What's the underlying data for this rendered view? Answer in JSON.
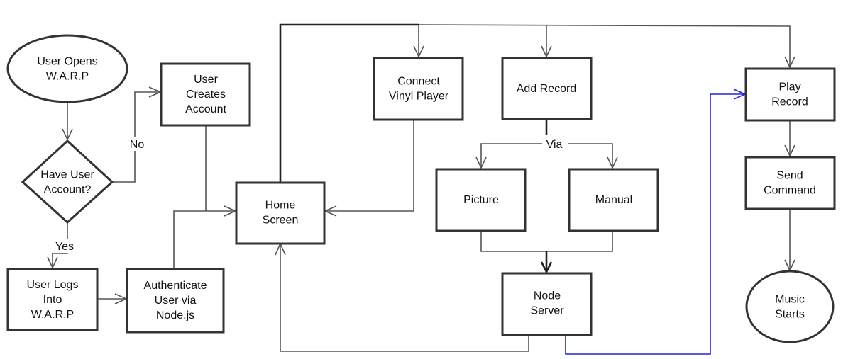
{
  "nodes": {
    "user_opens": {
      "lines": [
        "User Opens",
        "W.A.R.P"
      ]
    },
    "have_account": {
      "lines": [
        "Have User",
        "Account?"
      ]
    },
    "user_creates": {
      "lines": [
        "User",
        "Creates",
        "Account"
      ]
    },
    "user_logs": {
      "lines": [
        "User Logs",
        "Into",
        "W.A.R.P"
      ]
    },
    "authenticate": {
      "lines": [
        "Authenticate",
        "User via",
        "Node.js"
      ]
    },
    "home": {
      "lines": [
        "Home",
        "Screen"
      ]
    },
    "connect": {
      "lines": [
        "Connect",
        "Vinyl Player"
      ]
    },
    "add_record": {
      "lines": [
        "Add Record"
      ]
    },
    "picture": {
      "lines": [
        "Picture"
      ]
    },
    "manual": {
      "lines": [
        "Manual"
      ]
    },
    "node_server": {
      "lines": [
        "Node",
        "Server"
      ]
    },
    "play_record": {
      "lines": [
        "Play",
        "Record"
      ]
    },
    "send_command": {
      "lines": [
        "Send",
        "Command"
      ]
    },
    "music_starts": {
      "lines": [
        "Music",
        "Starts"
      ]
    }
  },
  "edge_labels": {
    "no": "No",
    "yes": "Yes",
    "via": "Via"
  },
  "colors": {
    "stroke": "#333333",
    "connector": "#555555",
    "highlight": "#2222dd"
  }
}
